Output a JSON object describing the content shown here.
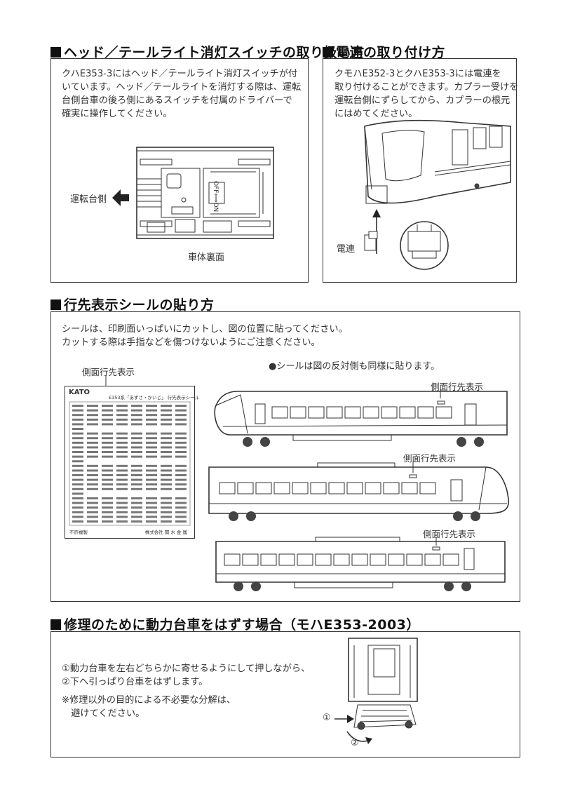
{
  "section1": {
    "title": "ヘッド／テールライト消灯スイッチの取り扱い方",
    "body": "クハE353-3にはヘッド／テールライト消灯スイッチが付\nいています。ヘッド／テールライトを消灯する際は、運転\n台側台車の後ろ側にあるスイッチを付属のドライバーで\n確実に操作してください。",
    "direction_label": "運転台側",
    "caption": "車体裏面",
    "switch_label": "OFF⟺ON"
  },
  "section2": {
    "title": "電連の取り付け方",
    "body": "クモハE352-3とクハE353-3には電連を\n取り付けることができます。カプラー受けを\n運転台側にずらしてから、カプラーの根元\nにはめてください。",
    "part_label": "電連"
  },
  "section3": {
    "title": "行先表示シールの貼り方",
    "body": "シールは、印刷面いっぱいにカットし、図の位置に貼ってください。\nカットする際は手指などを傷つけないようにご注意ください。",
    "note": "●シールは図の反対側も同様に貼ります。",
    "sheet_label": "側面行先表示",
    "sheet_brand": "KATO",
    "sheet_title": "E353系「あずさ・かいじ」 行先表示シール",
    "sheet_footer_left": "不許複製",
    "sheet_footer_right": "株式会社 関 水 金 属",
    "car_labels": [
      "側面行先表示",
      "側面行先表示",
      "側面行先表示"
    ]
  },
  "section4": {
    "title": "修理のために動力台車をはずす場合（モハE353-2003）",
    "step1": "①動力台車を左右どちらかに寄せるようにして押しながら、",
    "step2": "②下へ引っぱり台車をはずします。",
    "note": "※修理以外の目的による不必要な分解は、\n　避けてください。",
    "marker1": "①",
    "marker2": "②"
  }
}
